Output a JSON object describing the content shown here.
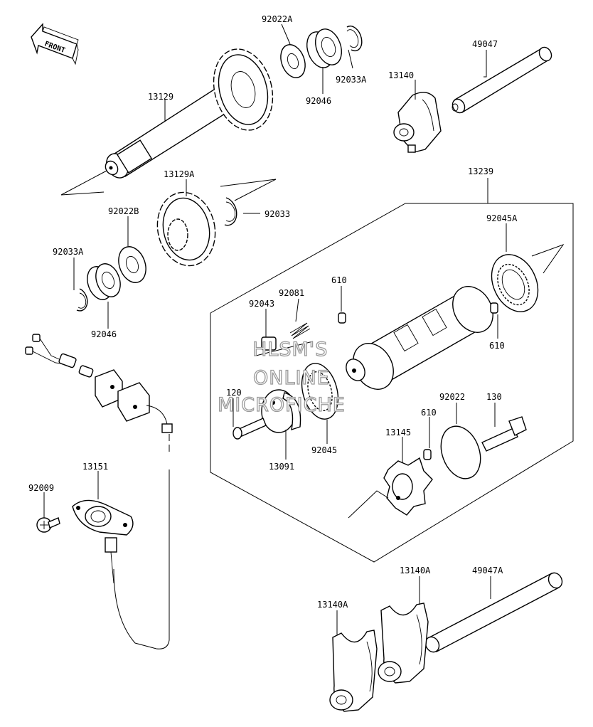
{
  "diagram": {
    "front_marker": "FRONT",
    "watermark": [
      "HLSM'S",
      "ONLINE",
      "MICROFICHE"
    ],
    "parts": {
      "p92022A": "92022A",
      "p92033A_top": "92033A",
      "p92046_top": "92046",
      "p49047": "49047",
      "p13140": "13140",
      "p13129": "13129",
      "p13239": "13239",
      "p13129A": "13129A",
      "p92033": "92033",
      "p92022B": "92022B",
      "p92045A": "92045A",
      "p92033A_left": "92033A",
      "p610_a": "610",
      "p92081": "92081",
      "p92043": "92043",
      "p610_b": "610",
      "p92046_left": "92046",
      "p120": "120",
      "p92022": "92022",
      "p130": "130",
      "p610_c": "610",
      "p13145": "13145",
      "p92045": "92045",
      "p13091": "13091",
      "p13151": "13151",
      "p92009": "92009",
      "p13140A_right": "13140A",
      "p49047A": "49047A",
      "p13140A_left": "13140A"
    }
  }
}
